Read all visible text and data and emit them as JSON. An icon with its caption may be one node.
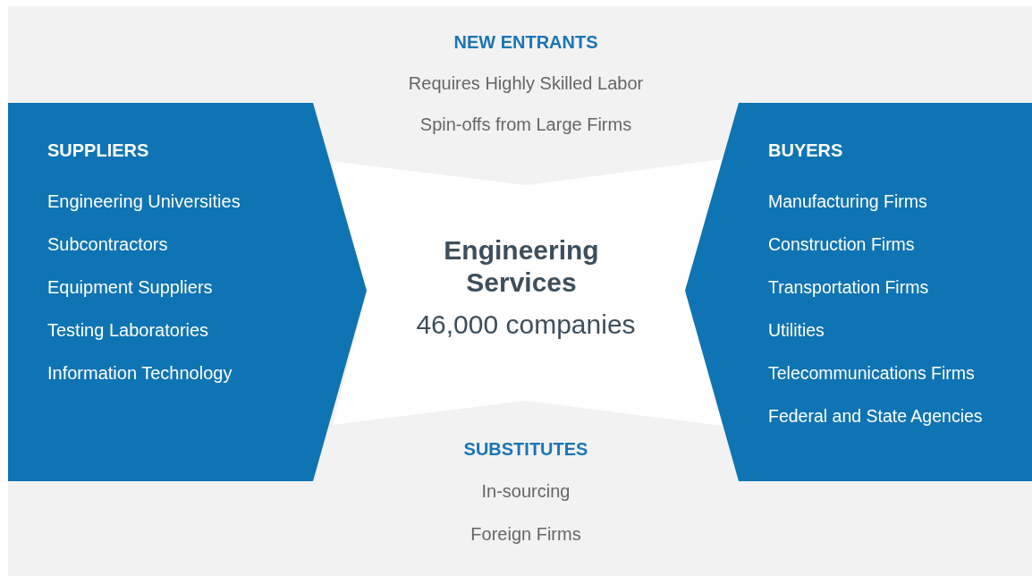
{
  "diagram": {
    "nodes": [
      {
        "text": [
          "NEW ENTRANTS",
          "Requires Highly Skilled Labor",
          "Spin-offs from Large Firms"
        ]
      },
      {
        "text": [
          "SUPPLIERS",
          "Engineering Universities",
          "Subcontractors",
          "Equipment Suppliers",
          "Testing Laboratories",
          "Information Technology"
        ]
      },
      {
        "text": [
          "Engineering Services",
          "46,000 companies"
        ]
      },
      {
        "text": [
          "BUYERS",
          "Manufacturing Firms",
          "Construction Firms",
          "Transportation Firms",
          "Utilities",
          "Telecommunications Firms",
          "Federal and State Agencies"
        ]
      },
      {
        "text": [
          "SUBSTITUTES",
          "In-sourcing",
          "Foreign Firms"
        ]
      }
    ]
  }
}
